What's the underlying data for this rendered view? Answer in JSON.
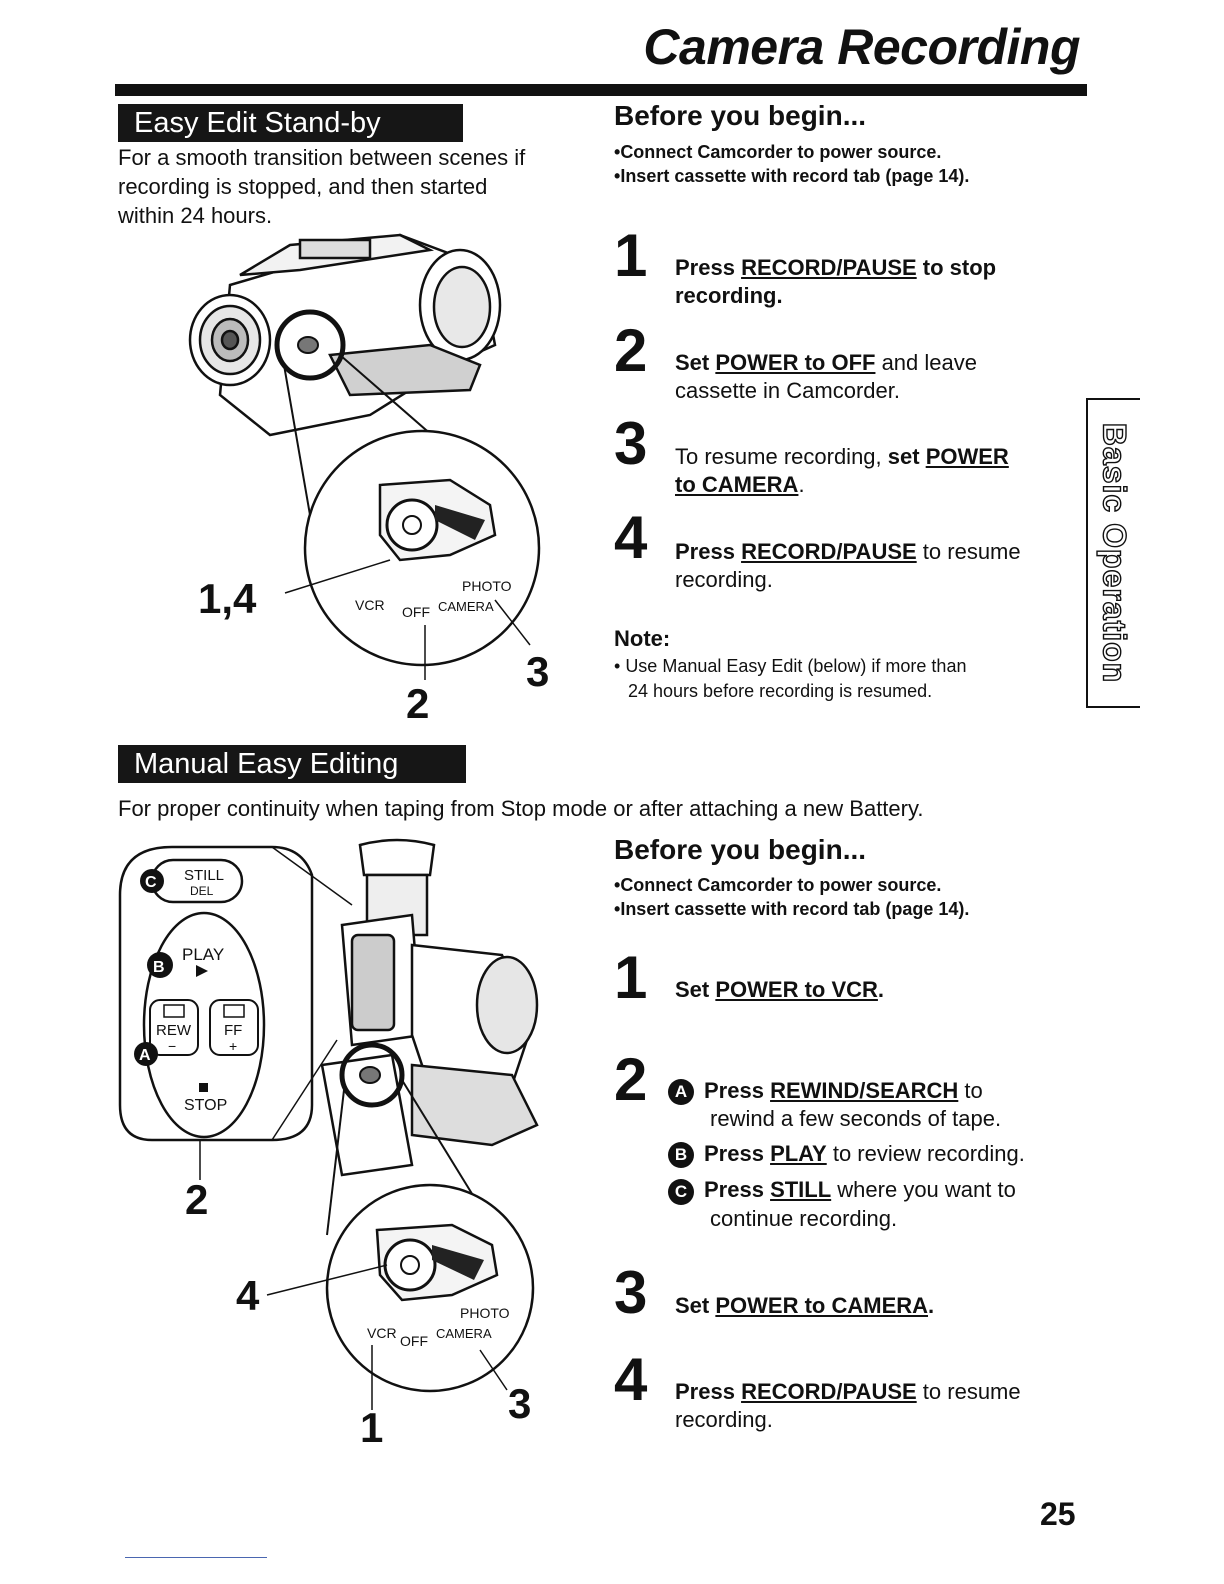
{
  "page": {
    "title": "Camera Recording",
    "side_tab": "Basic Operation",
    "page_number": "25"
  },
  "easy_edit": {
    "heading": "Easy Edit Stand-by",
    "intro": [
      "For a smooth transition between scenes if",
      "recording is stopped, and then started",
      "within 24 hours."
    ],
    "before_title": "Before you begin...",
    "bullets": [
      "Connect Camcorder to power source.",
      "Insert cassette with record tab (page 14)."
    ],
    "steps": [
      {
        "num": "1",
        "pre": "Press ",
        "key": "RECORD/PAUSE",
        "post": " to stop",
        "line2": "recording."
      },
      {
        "num": "2",
        "pre": "Set ",
        "key": "POWER to OFF",
        "post": " and leave",
        "line2": "cassette in Camcorder."
      },
      {
        "num": "3",
        "pre": "To resume recording, ",
        "bold": "set ",
        "key": "POWER",
        "line2key": "to CAMERA",
        "line2": "."
      },
      {
        "num": "4",
        "pre": "Press ",
        "key": "RECORD/PAUSE",
        "post": " to resume",
        "line2": "recording."
      }
    ],
    "note_title": "Note:",
    "note_lines": [
      "Use Manual Easy Edit (below) if more than",
      "24 hours before recording is resumed."
    ],
    "callouts": {
      "a": "1,4",
      "b": "2",
      "c": "3"
    },
    "dial_labels": {
      "vcr": "VCR",
      "off": "OFF",
      "camera": "CAMERA",
      "photo": "PHOTO"
    }
  },
  "manual_edit": {
    "heading": "Manual Easy Editing",
    "intro": "For proper continuity when taping from Stop mode or after attaching a new Battery.",
    "before_title": "Before you begin...",
    "bullets": [
      "Connect Camcorder to power source.",
      "Insert cassette with record tab (page 14)."
    ],
    "step1": {
      "num": "1",
      "pre": "Set ",
      "key": "POWER to VCR",
      "post": "."
    },
    "step2": {
      "num": "2",
      "subs": [
        {
          "badge": "A",
          "pre": "Press ",
          "key": "REWIND/SEARCH",
          "post": " to",
          "line2": "rewind a few seconds of tape."
        },
        {
          "badge": "B",
          "pre": "Press ",
          "key": "PLAY",
          "post": " to review recording.",
          "line2": ""
        },
        {
          "badge": "C",
          "pre": "Press ",
          "key": "STILL",
          "post": " where you want to",
          "line2": "continue recording."
        }
      ]
    },
    "step3": {
      "num": "3",
      "pre": "Set ",
      "key": "POWER to CAMERA",
      "post": "."
    },
    "step4": {
      "num": "4",
      "pre": "Press ",
      "key": "RECORD/PAUSE",
      "post": " to resume",
      "line2": "recording."
    },
    "callouts": {
      "a": "2",
      "b": "4",
      "c": "1",
      "d": "3"
    },
    "button_labels": {
      "still": "STILL",
      "del": "DEL",
      "play": "PLAY",
      "rew": "REW",
      "ff": "FF",
      "stop": "STOP",
      "minus": "−",
      "plus": "+",
      "badge_a": "A",
      "badge_b": "B",
      "badge_c": "C"
    },
    "dial_labels": {
      "vcr": "VCR",
      "off": "OFF",
      "camera": "CAMERA",
      "photo": "PHOTO"
    }
  }
}
